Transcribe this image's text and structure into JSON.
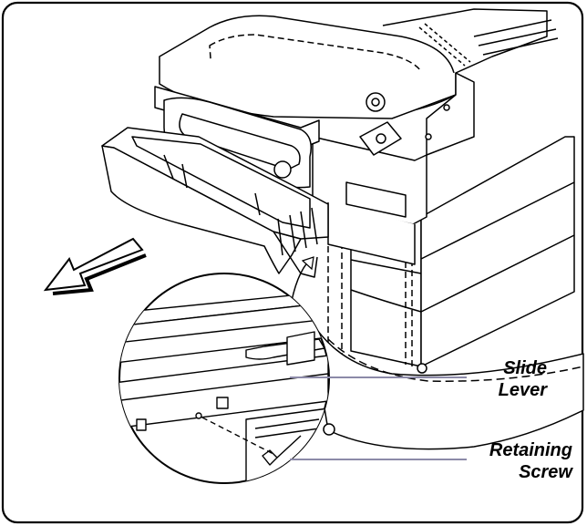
{
  "illustration": {
    "arrow_direction": "left-down",
    "colors": {
      "line": "#000000",
      "leader": "#8c8aa8",
      "arrow_fill": "#ffffff",
      "background": "#ffffff"
    }
  },
  "callouts": {
    "slide_lever": {
      "line1": "Slide",
      "line2": "Lever"
    },
    "retaining_screw": {
      "line1": "Retaining",
      "line2": "Screw"
    }
  }
}
